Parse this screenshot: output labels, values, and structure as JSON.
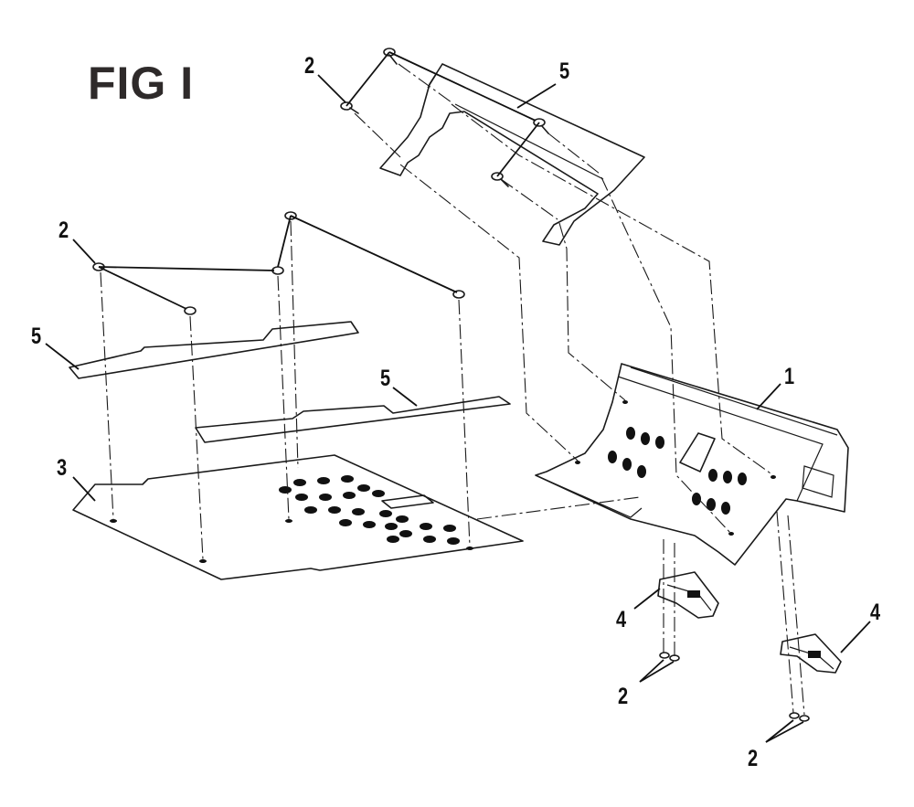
{
  "figure": {
    "title": "FIG I"
  },
  "callouts": {
    "part1": "1",
    "part2_top": "2",
    "part2_left": "2",
    "part2_mid": "2",
    "part2_right": "2",
    "part3": "3",
    "part4_left": "4",
    "part4_right": "4",
    "part5_top": "5",
    "part5_left": "5",
    "part5_mid": "5"
  },
  "colors": {
    "ink": "#1a1a1a",
    "title": "#2e2a2a",
    "paper": "#ffffff"
  }
}
